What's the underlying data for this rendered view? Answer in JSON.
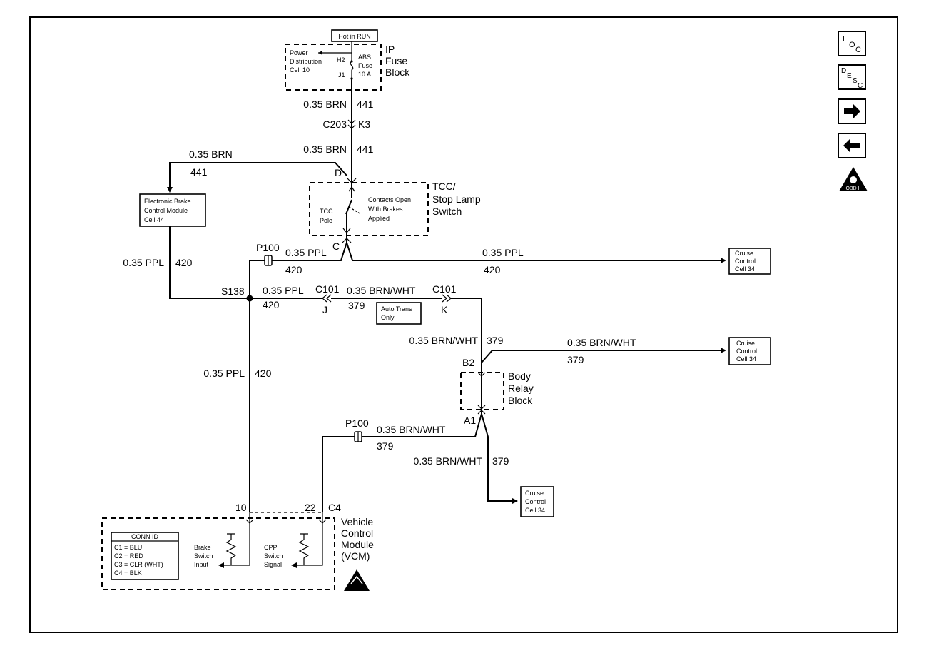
{
  "header": {
    "hot_in_run": "Hot in RUN"
  },
  "fuse_block": {
    "name_l1": "IP",
    "name_l2": "Fuse",
    "name_l3": "Block",
    "power_dist_l1": "Power",
    "power_dist_l2": "Distribution",
    "power_dist_l3": "Cell 10",
    "h2": "H2",
    "j1": "J1",
    "fuse_l1": "ABS",
    "fuse_l2": "Fuse",
    "fuse_l3": "10 A"
  },
  "wires": {
    "w441_top_color": "0.35 BRN",
    "w441_top_num": "441",
    "c203": "C203",
    "k3": "K3",
    "w441_mid_color": "0.35 BRN",
    "w441_mid_num": "441",
    "w441_left_color": "0.35 BRN",
    "w441_left_num": "441",
    "pin_d": "D",
    "pin_c": "C",
    "p100_top": "P100",
    "w420_a_color": "0.35 PPL",
    "w420_a_num": "420",
    "w420_right_color": "0.35 PPL",
    "w420_right_num": "420",
    "w420_left_color": "0.35 PPL",
    "w420_left_num": "420",
    "s138": "S138",
    "w420_b_color": "0.35 PPL",
    "w420_b_num": "420",
    "c101_j": "C101",
    "pin_j": "J",
    "w379_a_color": "0.35 BRN/WHT",
    "w379_a_num": "379",
    "c101_k": "C101",
    "pin_k": "K",
    "auto_trans_l1": "Auto Trans",
    "auto_trans_l2": "Only",
    "w379_b_color": "0.35 BRN/WHT",
    "w379_b_num": "379",
    "w379_c_color": "0.35 BRN/WHT",
    "w379_c_num": "379",
    "pin_b2": "B2",
    "pin_a1": "A1",
    "w420_vert_color": "0.35 PPL",
    "w420_vert_num": "420",
    "p100_bottom": "P100",
    "w379_d_color": "0.35 BRN/WHT",
    "w379_d_num": "379",
    "w379_e_color": "0.35 BRN/WHT",
    "w379_e_num": "379",
    "pin_10": "10",
    "pin_22": "22",
    "pin_c4": "C4"
  },
  "tcc_switch": {
    "name_l1": "TCC/",
    "name_l2": "Stop Lamp",
    "name_l3": "Switch",
    "contacts_l1": "Contacts Open",
    "contacts_l2": "With Brakes",
    "contacts_l3": "Applied",
    "pole_l1": "TCC",
    "pole_l2": "Pole"
  },
  "relay_block": {
    "name_l1": "Body",
    "name_l2": "Relay",
    "name_l3": "Block"
  },
  "modules": {
    "ebcm_l1": "Electronic Brake",
    "ebcm_l2": "Control Module",
    "ebcm_l3": "Cell 44",
    "cruise1_l1": "Cruise",
    "cruise1_l2": "Control",
    "cruise1_l3": "Cell 34",
    "cruise2_l1": "Cruise",
    "cruise2_l2": "Control",
    "cruise2_l3": "Cell 34",
    "cruise3_l1": "Cruise",
    "cruise3_l2": "Control",
    "cruise3_l3": "Cell 34"
  },
  "vcm": {
    "name_l1": "Vehicle",
    "name_l2": "Control",
    "name_l3": "Module",
    "name_l4": "(VCM)",
    "conn_title": "CONN ID",
    "c1": "C1 = BLU",
    "c2": "C2 = RED",
    "c3": "C3 = CLR (WHT)",
    "c4": "C4 = BLK",
    "brake_l1": "Brake",
    "brake_l2": "Switch",
    "brake_l3": "Input",
    "cpp_l1": "CPP",
    "cpp_l2": "Switch",
    "cpp_l3": "Signal"
  },
  "nav": {
    "loc_l": "L",
    "loc_o": "O",
    "loc_c": "C",
    "desc_d": "D",
    "desc_e": "E",
    "desc_s": "S",
    "desc_c": "C",
    "tri_label": "OBD II"
  }
}
